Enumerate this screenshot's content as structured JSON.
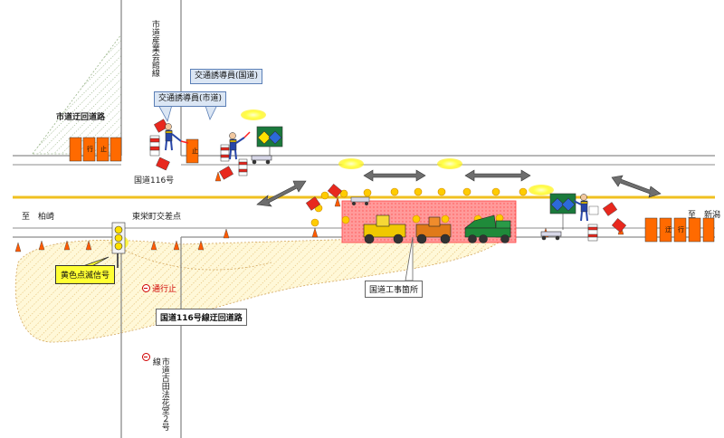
{
  "labels": {
    "city_road_vertical": "市道産業会館線",
    "city_road_south": "市道古田法花堂２号線",
    "national_route": "国道116号",
    "intersection": "東栄町交差点",
    "to_kashiwazaki": "至　柏崎",
    "to_niigata": "至　新潟",
    "city_detour": "市道迂回道路",
    "national_detour": "国道116号線迂回道路",
    "construction_site": "国道工事箇所",
    "yellow_signal": "黄色点滅信号",
    "no_entry": "通行止"
  },
  "callouts": {
    "guard_national": "交通誘導員(国道)",
    "guard_city": "交通誘導員(市道)"
  },
  "signs": {
    "detour_short": "迂",
    "detour_char": "行",
    "road_closed": "止"
  },
  "colors": {
    "road_line": "#8c8c8c",
    "center_line": "#f0c020",
    "detour_fill": "#fff5cc",
    "detour_hatch": "#e8c070",
    "work_zone": "#ff8080",
    "arrow": "#6e6e6e",
    "cone": "#ff5a00",
    "light_glow": "#ffff66",
    "callout_bg": "#dbe6f4",
    "sign_orange": "#ff6a00"
  }
}
